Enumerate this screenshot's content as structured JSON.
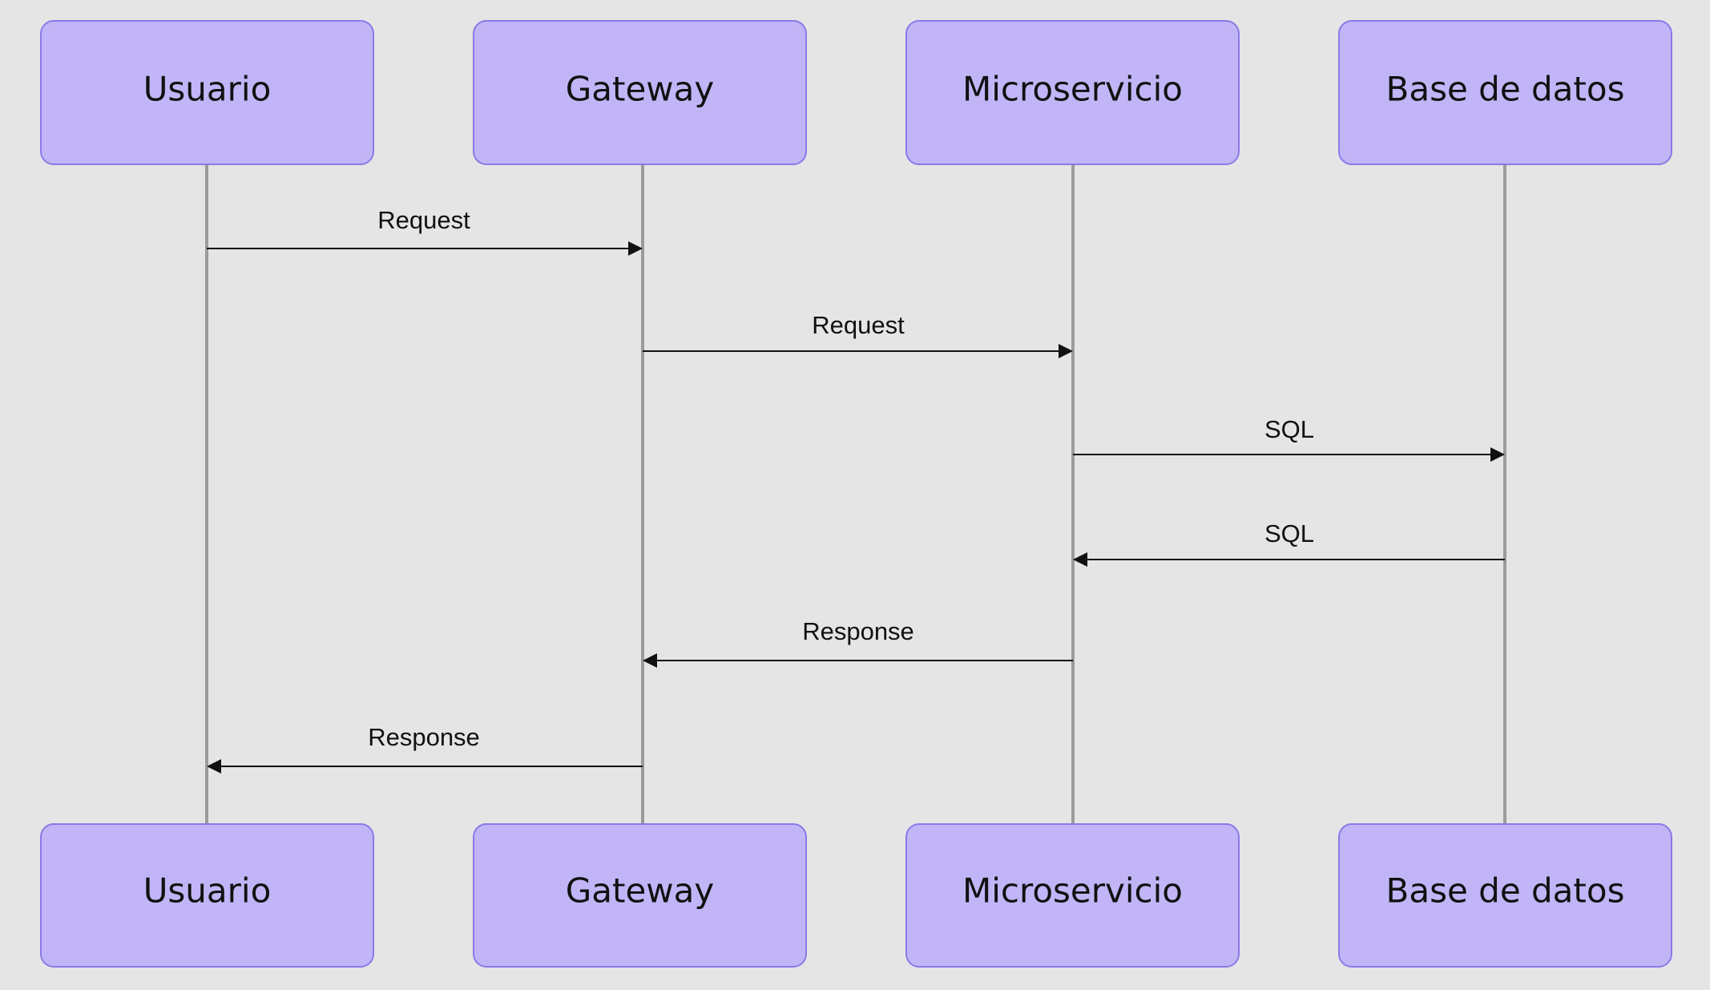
{
  "participants": [
    {
      "id": "usuario",
      "label": "Usuario"
    },
    {
      "id": "gateway",
      "label": "Gateway"
    },
    {
      "id": "microservicio",
      "label": "Microservicio"
    },
    {
      "id": "base_de_datos",
      "label": "Base de datos"
    }
  ],
  "messages": [
    {
      "from": "usuario",
      "to": "gateway",
      "label": "Request"
    },
    {
      "from": "gateway",
      "to": "microservicio",
      "label": "Request"
    },
    {
      "from": "microservicio",
      "to": "base_de_datos",
      "label": "SQL"
    },
    {
      "from": "base_de_datos",
      "to": "microservicio",
      "label": "SQL"
    },
    {
      "from": "microservicio",
      "to": "gateway",
      "label": "Response"
    },
    {
      "from": "gateway",
      "to": "usuario",
      "label": "Response"
    }
  ]
}
